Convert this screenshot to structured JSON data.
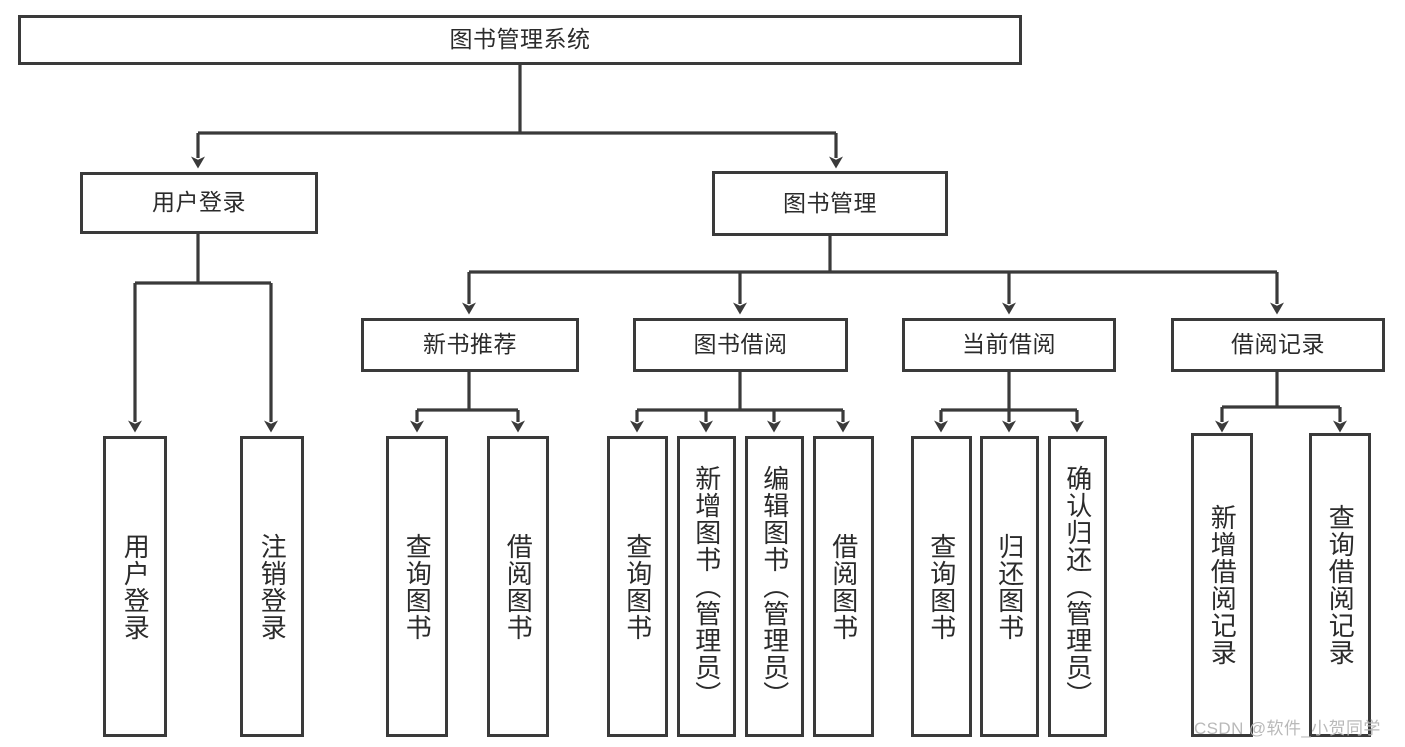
{
  "diagram": {
    "title": "图书管理系统",
    "type": "hierarchy-tree",
    "levels": 4,
    "root": {
      "label": "图书管理系统"
    },
    "level2": [
      {
        "label": "用户登录"
      },
      {
        "label": "图书管理"
      }
    ],
    "level3": [
      {
        "label": "新书推荐",
        "parent": "图书管理"
      },
      {
        "label": "图书借阅",
        "parent": "图书管理"
      },
      {
        "label": "当前借阅",
        "parent": "图书管理"
      },
      {
        "label": "借阅记录",
        "parent": "图书管理"
      }
    ],
    "leaves": [
      {
        "label": "用户登录",
        "parent": "用户登录"
      },
      {
        "label": "注销登录",
        "parent": "用户登录"
      },
      {
        "label": "查询图书",
        "parent": "新书推荐"
      },
      {
        "label": "借阅图书",
        "parent": "新书推荐"
      },
      {
        "label": "查询图书",
        "parent": "图书借阅"
      },
      {
        "label": "新增图书（管理员）",
        "parent": "图书借阅"
      },
      {
        "label": "编辑图书（管理员）",
        "parent": "图书借阅"
      },
      {
        "label": "借阅图书",
        "parent": "图书借阅"
      },
      {
        "label": "查询图书",
        "parent": "当前借阅"
      },
      {
        "label": "归还图书",
        "parent": "当前借阅"
      },
      {
        "label": "确认归还（管理员）",
        "parent": "当前借阅"
      },
      {
        "label": "新增借阅记录",
        "parent": "借阅记录"
      },
      {
        "label": "查询借阅记录",
        "parent": "借阅记录"
      }
    ],
    "watermark": "CSDN @软件_小贺同学",
    "colors": {
      "box_border": "#3a3a3a",
      "box_fill": "#ffffff",
      "edge": "#3a3a3a",
      "text": "#2b2b2b",
      "watermark": "#b9b9b9",
      "background": "#ffffff"
    }
  }
}
